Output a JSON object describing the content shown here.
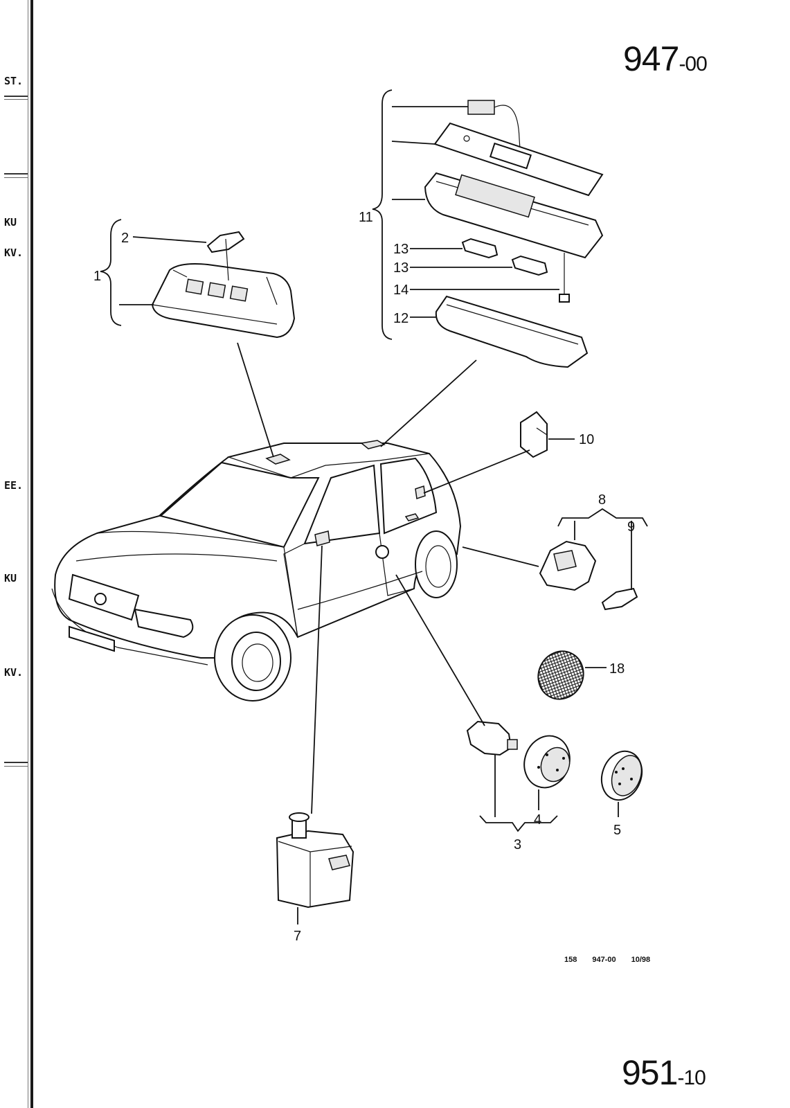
{
  "header": {
    "page_main": "947",
    "page_sub": "-00"
  },
  "footer": {
    "page_main": "951",
    "page_sub": "-10",
    "code_left": "158",
    "code_mid": "947-00",
    "code_right": "10/98"
  },
  "sidebar": {
    "labels": [
      "ST.",
      "KU",
      "KV.",
      "EE.",
      "KU",
      "KV."
    ]
  },
  "callouts": {
    "c1": "1",
    "c2": "2",
    "c3": "3",
    "c4": "4",
    "c5": "5",
    "c7": "7",
    "c8": "8",
    "c9": "9",
    "c10": "10",
    "c11": "11",
    "c12": "12",
    "c13a": "13",
    "c13b": "13",
    "c14": "14",
    "c18": "18"
  }
}
